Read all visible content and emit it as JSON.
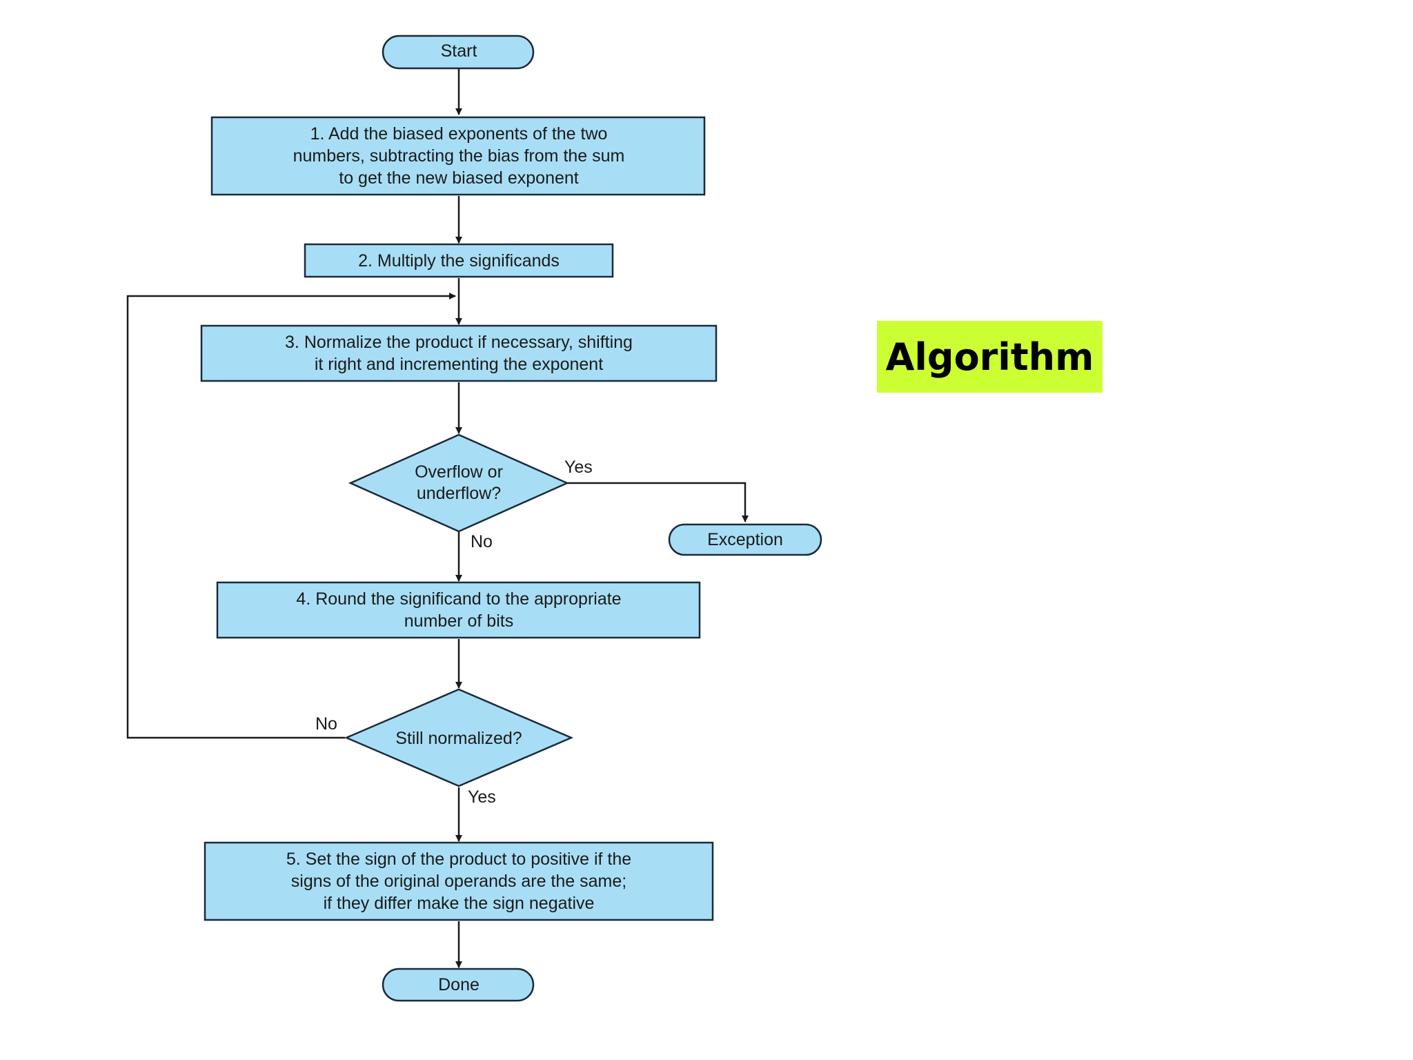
{
  "title": "Algorithm",
  "colors": {
    "node_fill": "#a8def5",
    "stroke": "#1a2a3a",
    "title_bg": "#ccff33"
  },
  "nodes": {
    "start": [
      "Start"
    ],
    "step1": [
      "1.  Add the biased exponents of the two",
      "numbers, subtracting the bias from the sum",
      "to get the new biased exponent"
    ],
    "step2": [
      "2. Multiply the significands"
    ],
    "step3": [
      "3. Normalize the product if necessary, shifting",
      "it right and incrementing the exponent"
    ],
    "decision1": [
      "Overflow or",
      "underflow?"
    ],
    "exception": [
      "Exception"
    ],
    "step4": [
      "4. Round the significand to the appropriate",
      "number of bits"
    ],
    "decision2": [
      "Still normalized?"
    ],
    "step5": [
      "5. Set the sign of the product to positive if the",
      "signs of the original operands are the same;",
      "if they differ make the sign negative"
    ],
    "done": [
      "Done"
    ]
  },
  "edge_labels": {
    "overflow_yes": "Yes",
    "overflow_no": "No",
    "normalized_no": "No",
    "normalized_yes": "Yes"
  }
}
